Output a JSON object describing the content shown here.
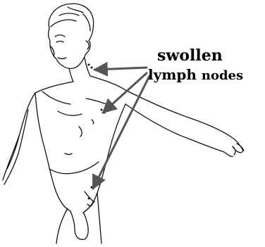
{
  "label": {
    "line1": "swollen",
    "line2_word1": "lymph",
    "line2_word2": "nodes"
  },
  "colors": {
    "ink": "#111111",
    "arrow": "#555555",
    "label": "#000000",
    "background": "#ffffff"
  }
}
